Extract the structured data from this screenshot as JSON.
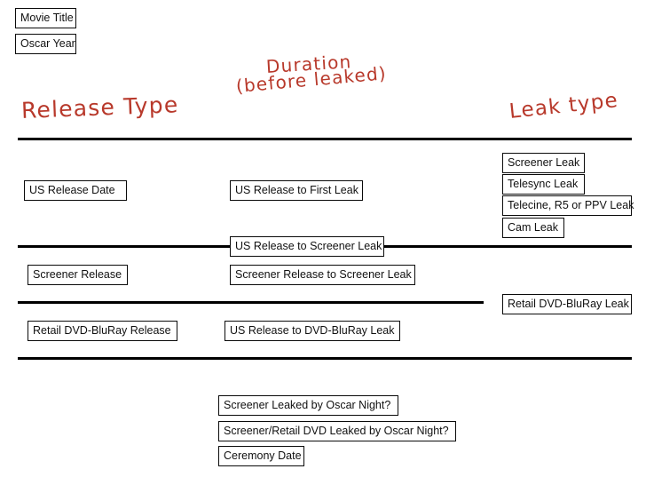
{
  "diagram": {
    "title_fields": [
      {
        "label": "Movie Title"
      },
      {
        "label": "Oscar Year"
      }
    ],
    "annotations": {
      "release_type": "Release Type",
      "duration_line1": "Duration",
      "duration_line2": "(before leaked)",
      "leak_type": "Leak type",
      "color": "#b8392b"
    },
    "leak_types": [
      {
        "label": "Screener Leak"
      },
      {
        "label": "Telesync Leak"
      },
      {
        "label": "Telecine, R5 or PPV Leak"
      },
      {
        "label": "Cam Leak"
      }
    ],
    "rows": [
      {
        "release": "US Release Date",
        "duration": "US Release to First Leak"
      },
      {
        "on_divider": "US Release to Screener Leak",
        "release": "Screener Release",
        "duration": "Screener Release to Screener Leak"
      },
      {
        "release": "Retail DVD-BluRay Release",
        "duration": "US Release to DVD-BluRay Leak",
        "leak": "Retail DVD-BluRay Leak"
      }
    ],
    "footer_fields": [
      {
        "label": "Screener Leaked by Oscar Night?"
      },
      {
        "label": "Screener/Retail DVD Leaked by Oscar Night?"
      },
      {
        "label": "Ceremony Date"
      }
    ]
  }
}
